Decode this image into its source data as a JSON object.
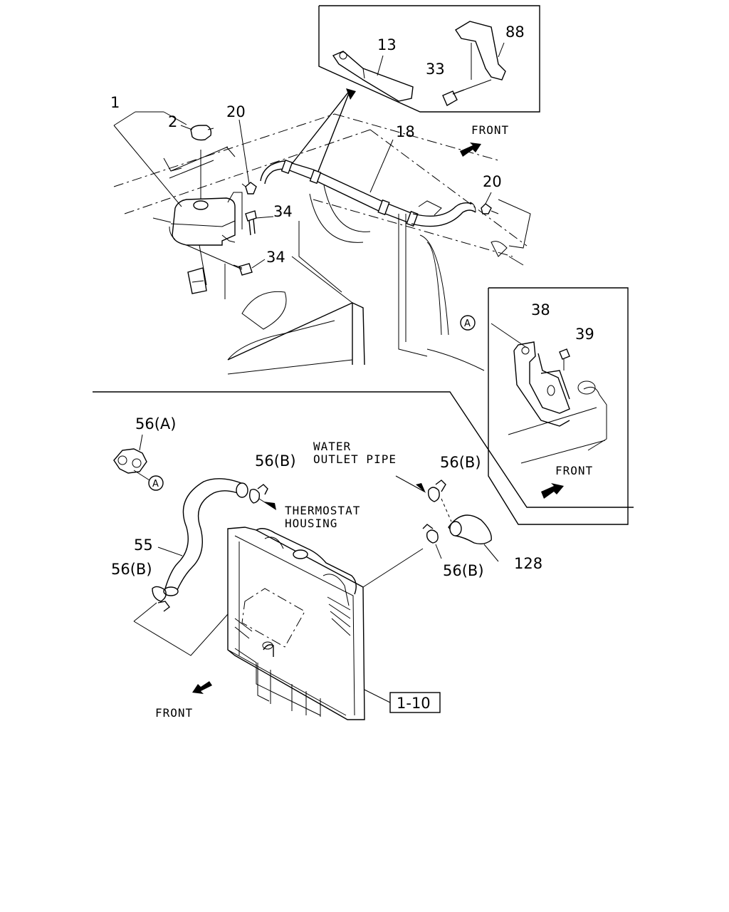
{
  "diagram": {
    "part_labels": {
      "p1": "1",
      "p2": "2",
      "p20a": "20",
      "p20b": "20",
      "p13": "13",
      "p33": "33",
      "p88": "88",
      "p18": "18",
      "p34a": "34",
      "p34b": "34",
      "p38": "38",
      "p39": "39",
      "p56a": "56(A)",
      "p56b1": "56(B)",
      "p56b2": "56(B)",
      "p56b3": "56(B)",
      "p56b4": "56(B)",
      "p55": "55",
      "p128": "128"
    },
    "callouts": {
      "front_top": "FRONT",
      "front_inset": "FRONT",
      "front_bottom": "FRONT",
      "water_line1": "WATER",
      "water_line2": "OUTLET PIPE",
      "thermo_line1": "THERMOSTAT",
      "thermo_line2": "HOUSING",
      "ref_box": "1-10",
      "marker_a1": "A",
      "marker_a2": "A"
    }
  }
}
